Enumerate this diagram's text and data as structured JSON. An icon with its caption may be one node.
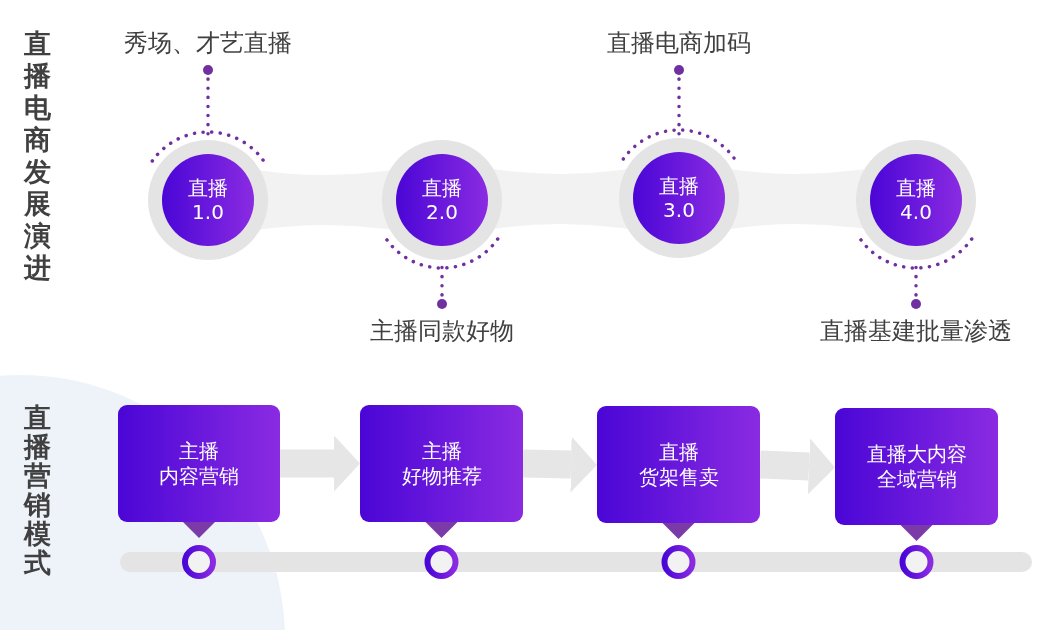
{
  "diagram": {
    "nodes": [
      {
        "text": [
          "秀场、才艺直播"
        ]
      },
      {
        "text": [
          "直播 1.0"
        ]
      },
      {
        "text": [
          "直播 2.0"
        ]
      },
      {
        "text": [
          "主播同款好物"
        ]
      },
      {
        "text": [
          "直播电商加码"
        ]
      },
      {
        "text": [
          "直播 3.0"
        ]
      },
      {
        "text": [
          "直播 4.0"
        ]
      },
      {
        "text": [
          "直播基建批量渗透"
        ]
      },
      {
        "text": [
          "主播",
          "内容营销"
        ]
      },
      {
        "text": [
          "主播",
          "好物推荐"
        ]
      },
      {
        "text": [
          "直播",
          "货架售卖"
        ]
      },
      {
        "text": [
          "直播大内容",
          "全域营销"
        ]
      }
    ],
    "edges": [
      {
        "from": 0,
        "to": 1,
        "arrow": "other",
        "style": "dashed"
      },
      {
        "from": 3,
        "to": 2,
        "arrow": "other",
        "style": "dashed"
      },
      {
        "from": 4,
        "to": 5,
        "arrow": "other",
        "style": "dashed"
      },
      {
        "from": 7,
        "to": 6,
        "arrow": "other",
        "style": "dashed"
      },
      {
        "from": 8,
        "to": 9,
        "arrow": "to",
        "style": "thick",
        "color": "#e6e6e6"
      },
      {
        "from": 9,
        "to": 10,
        "arrow": "to",
        "style": "thick",
        "color": "#e6e6e6"
      },
      {
        "from": 10,
        "to": 11,
        "arrow": "to",
        "style": "thick",
        "color": "#e6e6e6"
      }
    ],
    "labels": [
      "直播电商发展演进",
      "直播营销模式"
    ]
  }
}
